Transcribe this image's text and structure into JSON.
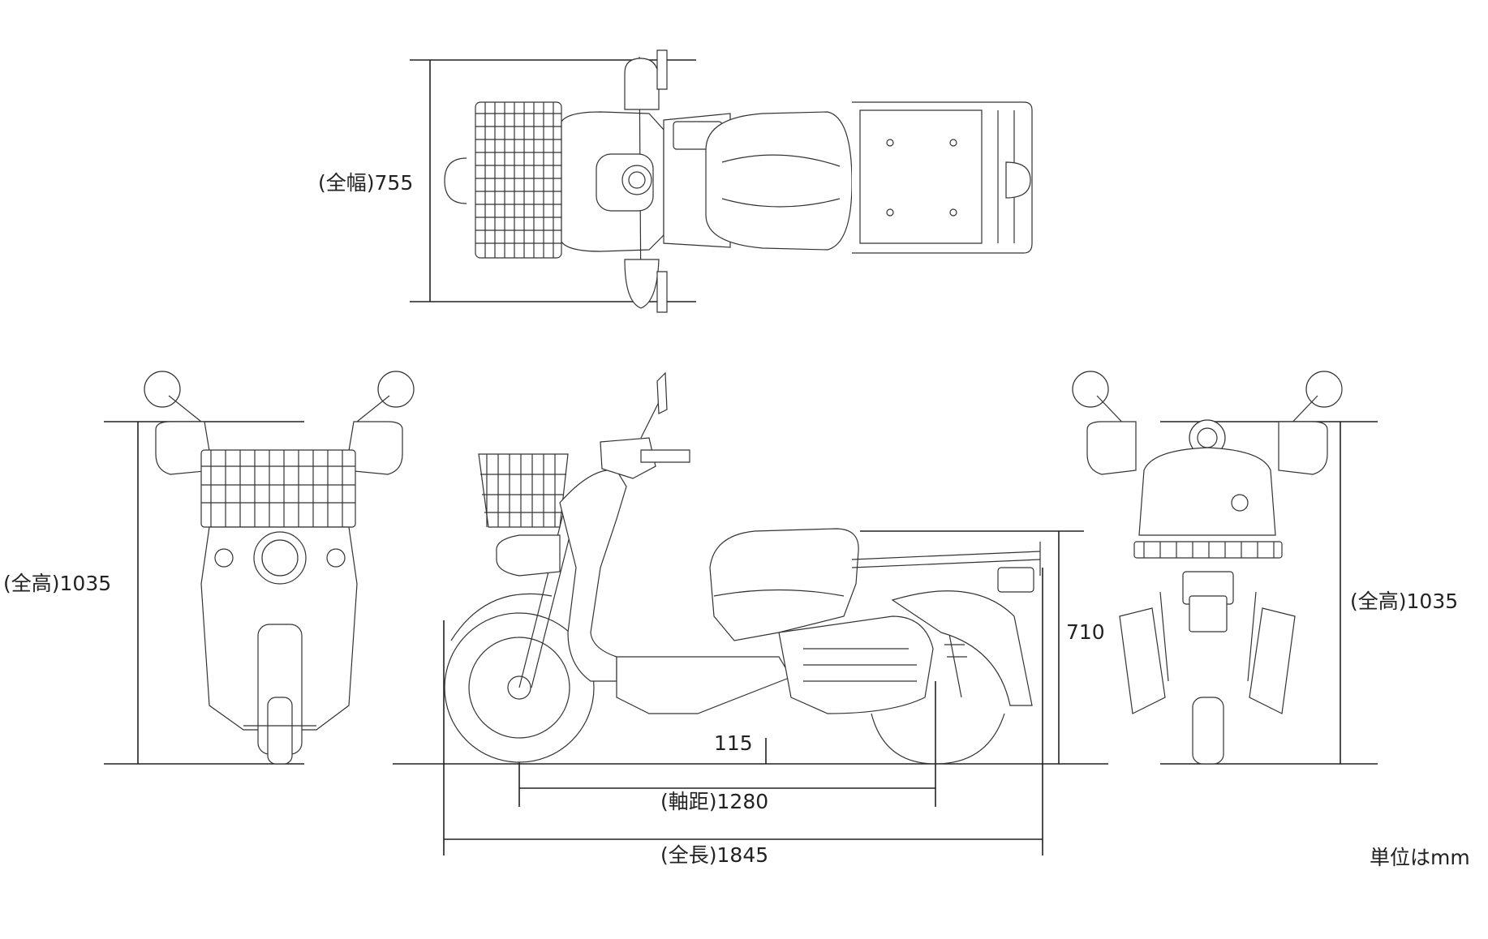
{
  "dimensions": {
    "overall_width": "(全幅)755",
    "overall_height_front": "(全高)1035",
    "overall_height_rear": "(全高)1035",
    "seat_height": "710",
    "ground_clearance": "115",
    "wheelbase": "(軸距)1280",
    "overall_length": "(全長)1845"
  },
  "unit_note": "単位はmm"
}
